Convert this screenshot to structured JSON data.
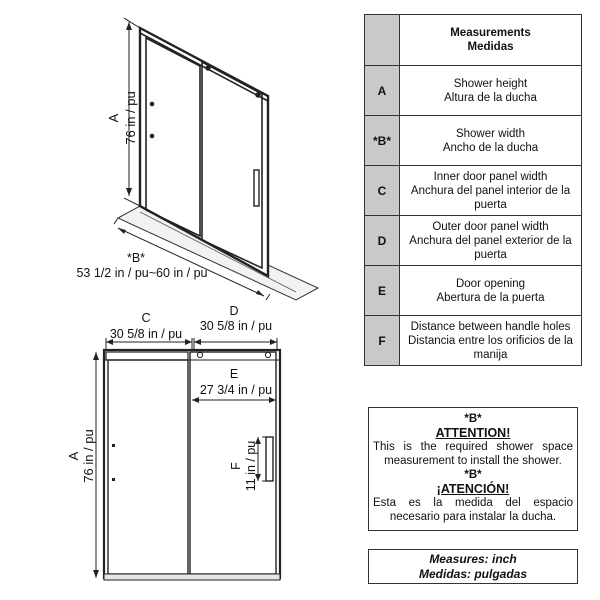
{
  "top_view": {
    "label_a": "A",
    "height": "76 in / pu",
    "label_b": "*B*",
    "width": "53 1/2 in / pu~60 in / pu"
  },
  "front_view": {
    "label_c": "C",
    "c_value": "30 5/8 in / pu",
    "label_d": "D",
    "d_value": "30 5/8 in / pu",
    "label_e": "E",
    "e_value": "27 3/4 in / pu",
    "label_a": "A",
    "height": "76 in / pu",
    "label_f": "F",
    "f_value": "11 in / pu"
  },
  "table": {
    "header_en": "Measurements",
    "header_es": "Medidas",
    "rows": [
      {
        "key": "A",
        "en": "Shower height",
        "es": "Altura de la ducha"
      },
      {
        "key": "*B*",
        "en": "Shower width",
        "es": "Ancho de la ducha"
      },
      {
        "key": "C",
        "en": "Inner door panel width",
        "es": "Anchura del panel interior de la puerta"
      },
      {
        "key": "D",
        "en": "Outer door panel width",
        "es": "Anchura del panel exterior de la puerta"
      },
      {
        "key": "E",
        "en": "Door opening",
        "es": "Abertura de la puerta"
      },
      {
        "key": "F",
        "en": "Distance between handle holes",
        "es": "Distancia entre los orificios de la manija"
      }
    ]
  },
  "attention": {
    "b1": "*B*",
    "heading_en": "ATTENTION!",
    "text_en": "This is the required shower space measurement to install the shower.",
    "b2": "*B*",
    "heading_es": "¡ATENCIÓN!",
    "text_es": "Esta es la medida del espacio necesario para instalar la ducha."
  },
  "units": {
    "en": "Measures: inch",
    "es": "Medidas: pulgadas"
  }
}
